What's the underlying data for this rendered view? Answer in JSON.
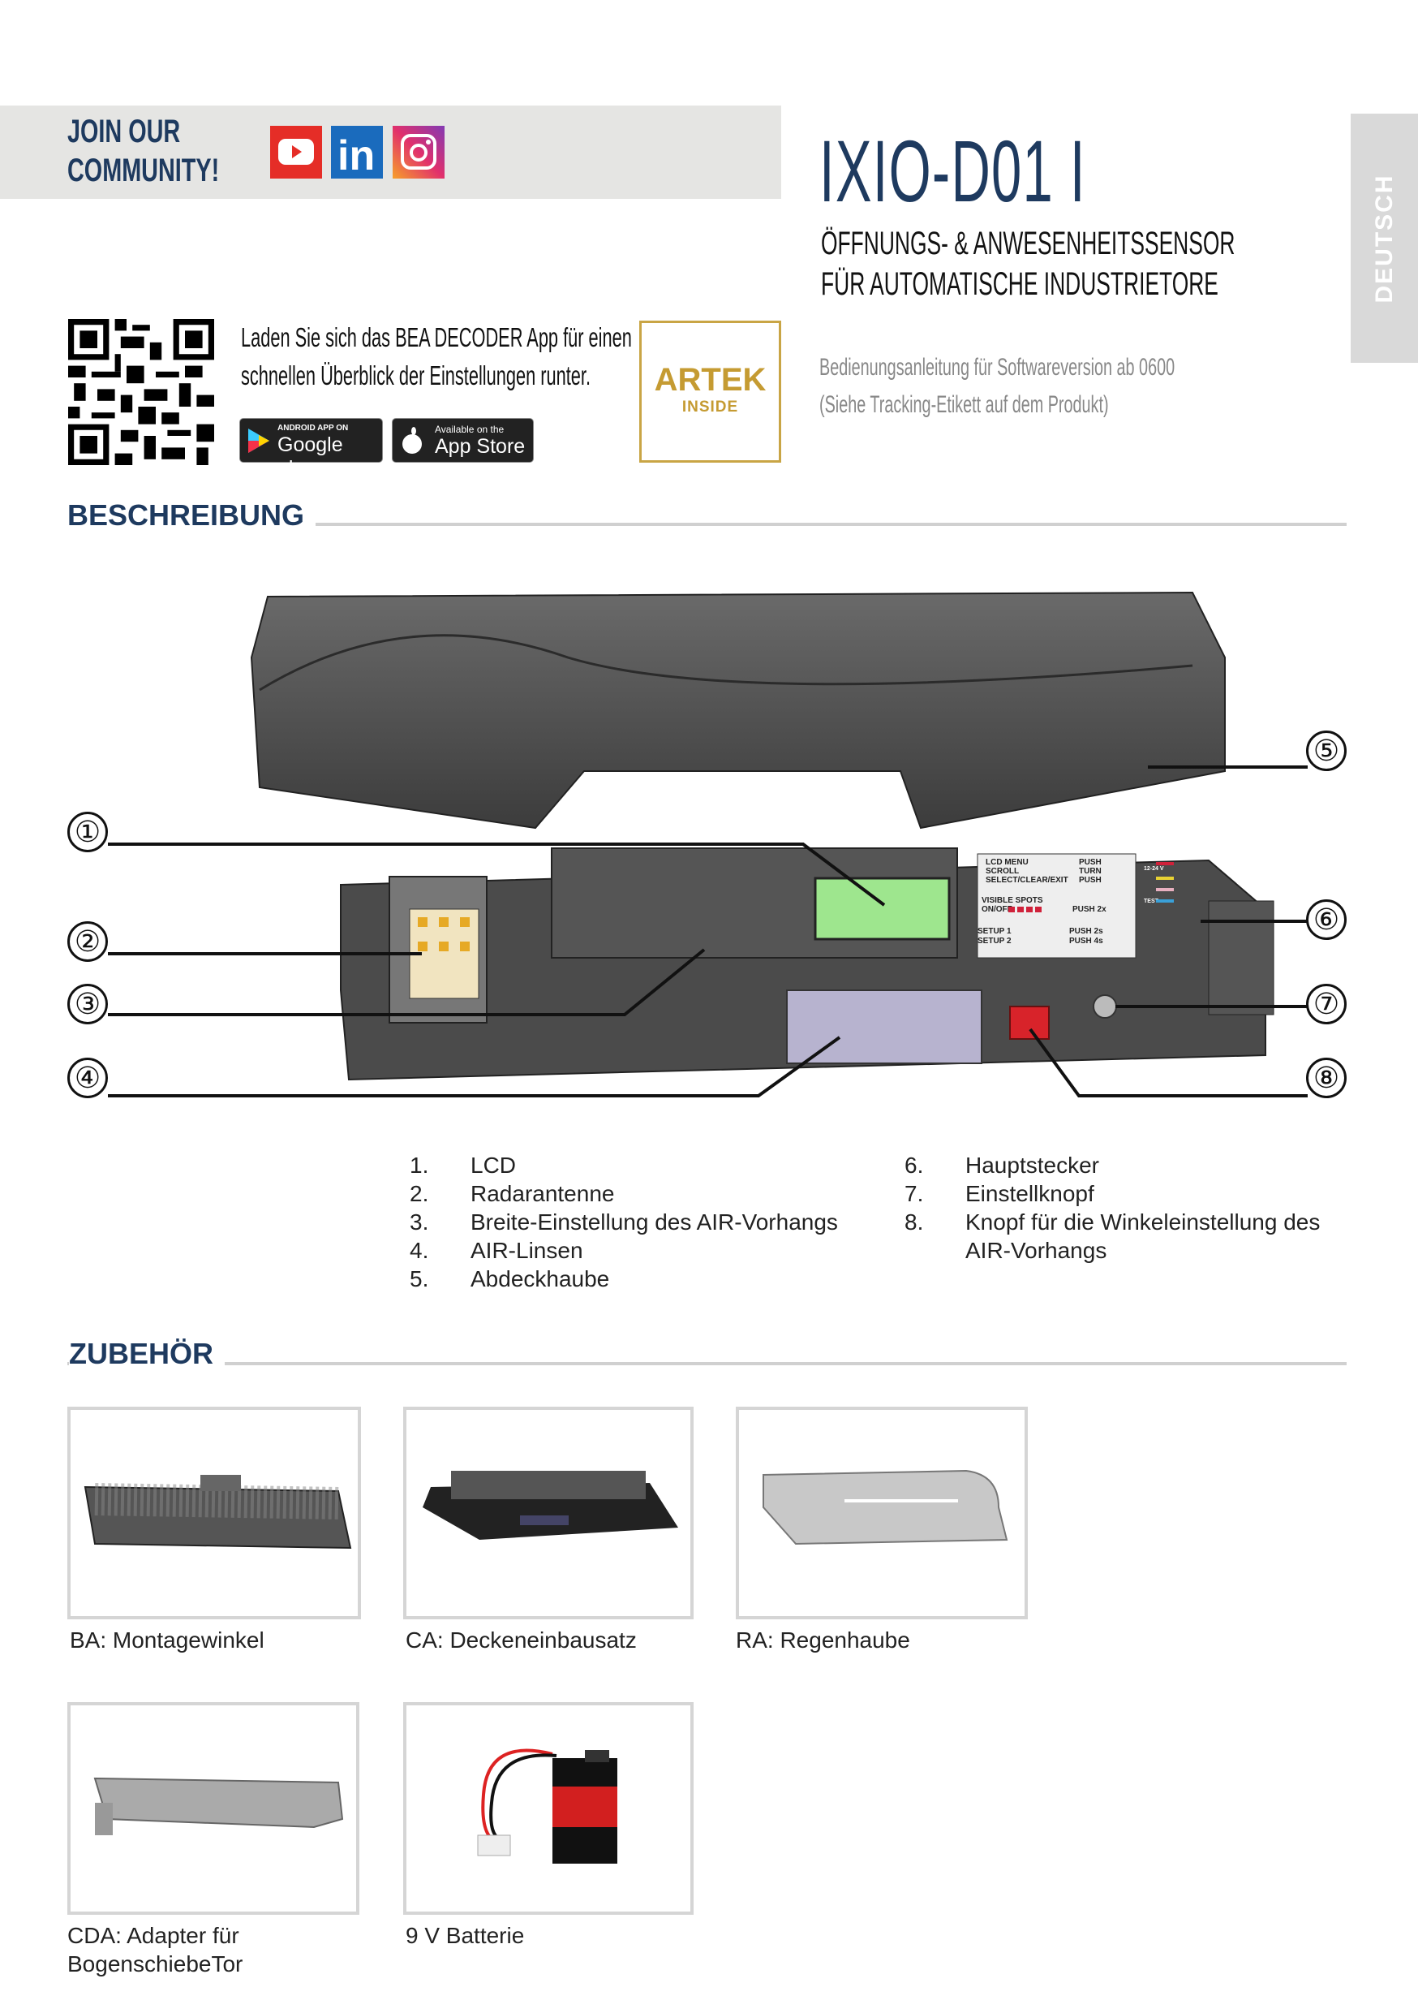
{
  "community": {
    "line1": "JOIN OUR",
    "line2": "COMMUNITY!",
    "icons": [
      "youtube-icon",
      "linkedin-icon",
      "instagram-icon"
    ]
  },
  "header": {
    "title": "IXIO-D01 I",
    "subtitle1": "ÖFFNUNGS- & ANWESENHEITSSENSOR",
    "subtitle2": "FÜR AUTOMATISCHE INDUSTRIETORE",
    "language_tab": "DEUTSCH"
  },
  "app": {
    "text1": "Laden Sie sich das BEA DECODER App für einen",
    "text2": "schnellen Überblick der Einstellungen runter.",
    "google_small": "ANDROID APP ON",
    "google_big": "Google play",
    "apple_small": "Available on the",
    "apple_big": "App Store"
  },
  "artek": {
    "brand": "ARTEK",
    "sub": "INSIDE"
  },
  "software": {
    "line1": "Bedienungsanleitung für Softwareversion ab 0600",
    "line2": "(Siehe Tracking-Etikett auf dem Produkt)"
  },
  "description": {
    "heading": "BESCHREIBUNG",
    "callouts": [
      "①",
      "②",
      "③",
      "④",
      "⑤",
      "⑥",
      "⑦",
      "⑧"
    ],
    "label_panel": {
      "r1": "LCD MENU",
      "r1b": "PUSH",
      "r2": "SCROLL",
      "r2b": "TURN",
      "r3": "SELECT/CLEAR/EXIT",
      "r3b": "PUSH",
      "r4": "VISIBLE SPOTS",
      "r5": "ON/OFF",
      "r5b": "PUSH 2x",
      "r6": "SETUP 1",
      "r6b": "PUSH 2s",
      "r7": "SETUP 2",
      "r7b": "PUSH 4s",
      "volt": "12-24 V",
      "test": "TEST"
    },
    "items_left": [
      {
        "n": "1.",
        "t": "LCD"
      },
      {
        "n": "2.",
        "t": "Radarantenne"
      },
      {
        "n": "3.",
        "t": "Breite-Einstellung des AIR-Vorhangs"
      },
      {
        "n": "4.",
        "t": "AIR-Linsen"
      },
      {
        "n": "5.",
        "t": "Abdeckhaube"
      }
    ],
    "items_right": [
      {
        "n": "6.",
        "t": "Hauptstecker"
      },
      {
        "n": "7.",
        "t": "Einstellknopf"
      },
      {
        "n": "8.",
        "t": "Knopf für die Winkeleinstellung des"
      },
      {
        "n": "",
        "t": "AIR-Vorhangs"
      }
    ]
  },
  "accessories": {
    "heading": "ZUBEHÖR",
    "items": [
      {
        "caption": "BA: Montagewinkel"
      },
      {
        "caption": "CA: Deckeneinbausatz"
      },
      {
        "caption": "RA: Regenhaube"
      },
      {
        "caption": "CDA: Adapter für",
        "caption2": "BogenschiebeTor"
      },
      {
        "caption": "9 V Batterie"
      }
    ]
  },
  "colors": {
    "navy": "#1e3a5f",
    "gold": "#c59b32",
    "banner": "#e5e5e3"
  }
}
